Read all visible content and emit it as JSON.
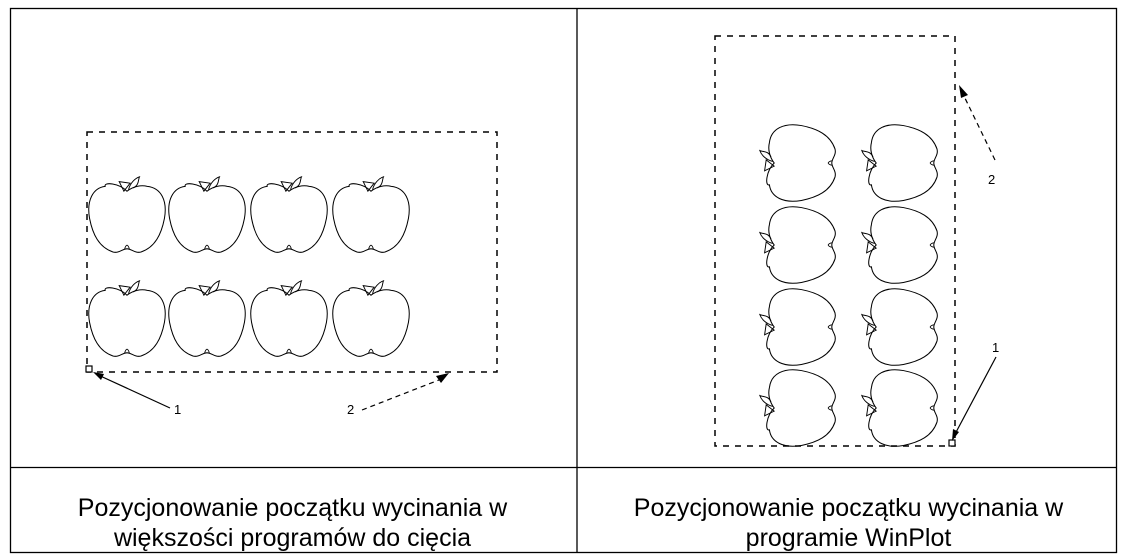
{
  "left_panel": {
    "caption_line1": "Pozycjonowanie początku wycinania w",
    "caption_line2": "większości programów do cięcia",
    "marker1_label": "1",
    "marker2_label": "2",
    "apple_rows": 2,
    "apple_cols": 4
  },
  "right_panel": {
    "caption_line1": "Pozycjonowanie początku wycinania w",
    "caption_line2": "programie WinPlot",
    "marker1_label": "1",
    "marker2_label": "2",
    "apple_rows": 4,
    "apple_cols": 2
  },
  "colors": {
    "line": "#000000",
    "background": "#ffffff"
  }
}
